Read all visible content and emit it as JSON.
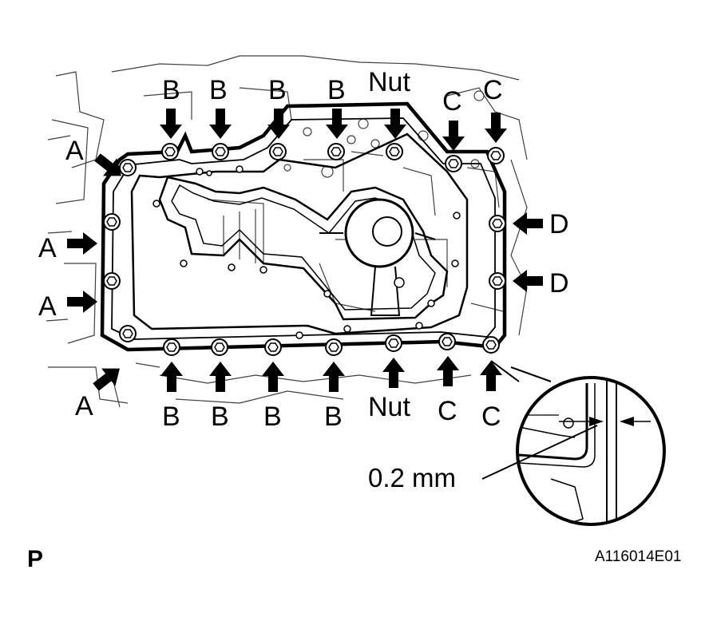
{
  "labels": {
    "top": [
      "B",
      "B",
      "B",
      "B",
      "Nut",
      "C",
      "C"
    ],
    "left": [
      "A",
      "A",
      "A"
    ],
    "lower_left": "A",
    "bottom": [
      "B",
      "B",
      "B",
      "B",
      "Nut",
      "C",
      "C"
    ],
    "right": [
      "D",
      "D"
    ]
  },
  "dimension": "0.2 mm",
  "page_letter": "P",
  "figure_code": "A116014E01"
}
